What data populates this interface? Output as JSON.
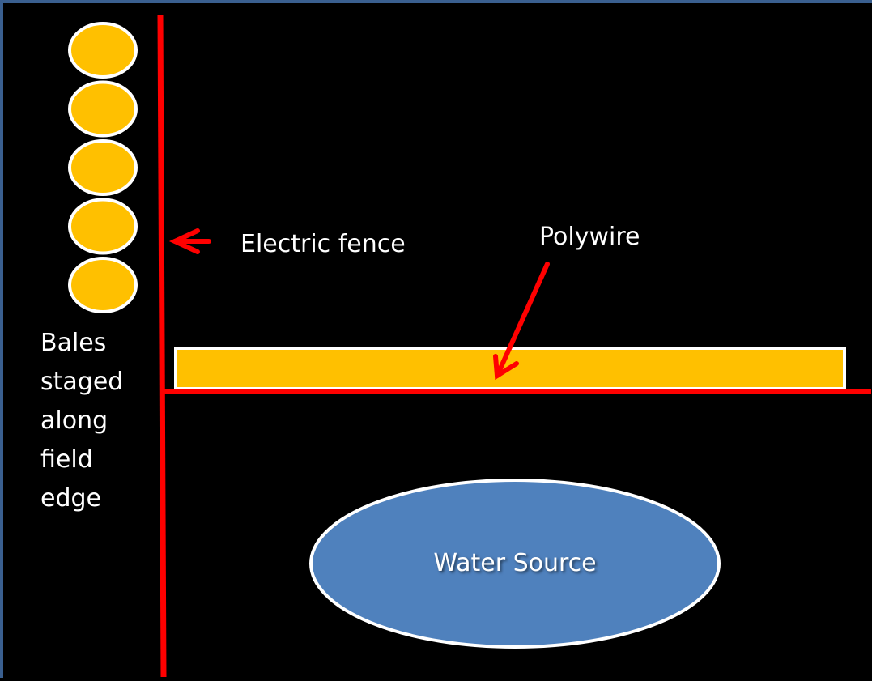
{
  "diagram": {
    "title": "Bale grazing layout",
    "colors": {
      "background": "#000000",
      "frame": "#3a5f8f",
      "bale": "#ffc000",
      "fence": "#ff0000",
      "water": "#4f81bd",
      "outline": "#ffffff",
      "text": "#ffffff"
    },
    "bales": {
      "count": 5,
      "label": "Bales staged along field edge"
    },
    "electric_fence": {
      "label": "Electric fence",
      "arrow_icon": "arrow-left-icon"
    },
    "polywire": {
      "label": "Polywire",
      "arrow_icon": "arrow-down-left-icon"
    },
    "water_source": {
      "label": "Water Source"
    }
  }
}
